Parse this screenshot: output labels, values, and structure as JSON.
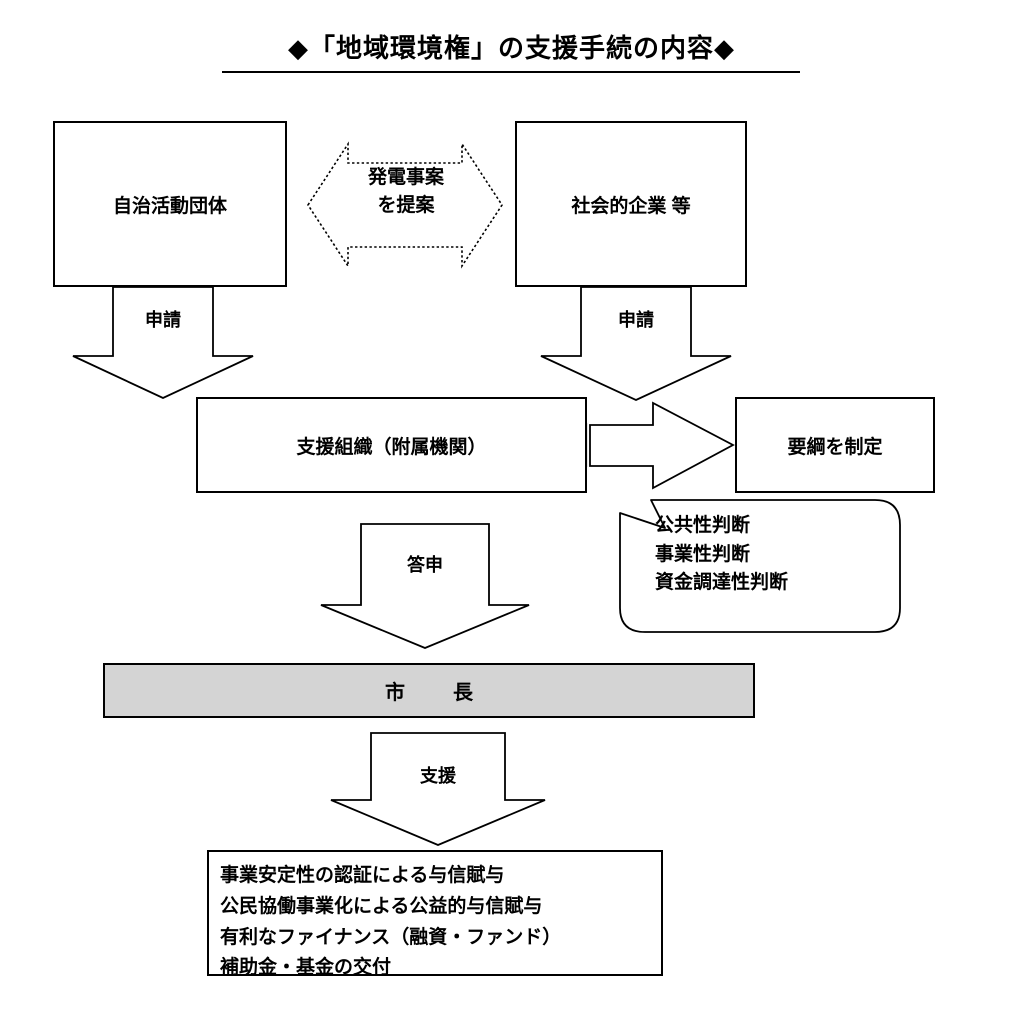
{
  "document": {
    "title": "◆「地域環境権」の支援手続の内容◆"
  },
  "nodes": {
    "citizen_group": {
      "label": "自治活動団体"
    },
    "social_enterprise": {
      "label": "社会的企業 等"
    },
    "proposal_arrow": {
      "line1": "発電事案",
      "line2": "を提案"
    },
    "support_org": {
      "label": "支援組織（附属機関）"
    },
    "guideline": {
      "label": "要綱を制定"
    },
    "mayor": {
      "label": "市　長"
    }
  },
  "connectors": {
    "application_left": {
      "label": "申請"
    },
    "application_right": {
      "label": "申請"
    },
    "report": {
      "label": "答申"
    },
    "support": {
      "label": "支援"
    }
  },
  "callout": {
    "lines": [
      "公共性判断",
      "事業性判断",
      "資金調達性判断"
    ],
    "line1": "公共性判断",
    "line2": "事業性判断",
    "line3": "資金調達性判断"
  },
  "benefits": {
    "lines": [
      "事業安定性の認証による与信賦与",
      "公民協働事業化による公益的与信賦与",
      "有利なファイナンス（融資・ファンド）",
      "補助金・基金の交付"
    ],
    "line1": "事業安定性の認証による与信賦与",
    "line2": "公民協働事業化による公益的与信賦与",
    "line3": "有利なファイナンス（融資・ファンド）",
    "line4": "補助金・基金の交付"
  },
  "colors": {
    "stroke": "#000000",
    "background": "#ffffff",
    "mayor_fill": "#d4d4d4"
  }
}
